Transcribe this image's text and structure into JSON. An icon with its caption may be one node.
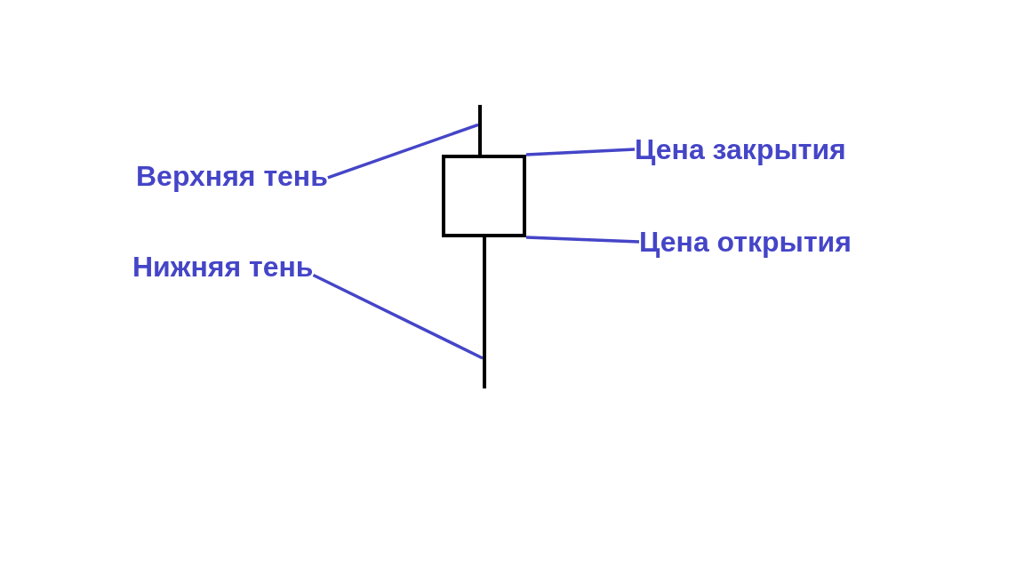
{
  "diagram": {
    "nodes": [
      {
        "text": [
          "Верхняя тень"
        ]
      },
      {
        "text": [
          "Нижняя тень"
        ]
      },
      {
        "text": [
          "Цена закрытия"
        ]
      },
      {
        "text": [
          "Цена открытия"
        ]
      },
      {
        "text": [],
        "shape": "bar"
      },
      {
        "text": [],
        "shape": "box"
      },
      {
        "text": [],
        "shape": "bar"
      }
    ],
    "edges": [
      {
        "from": 0,
        "to": 4,
        "arrow": "none"
      },
      {
        "from": 2,
        "to": 5,
        "arrow": "none"
      },
      {
        "from": 3,
        "to": 5,
        "arrow": "none"
      },
      {
        "from": 1,
        "to": 6,
        "arrow": "none"
      }
    ]
  }
}
